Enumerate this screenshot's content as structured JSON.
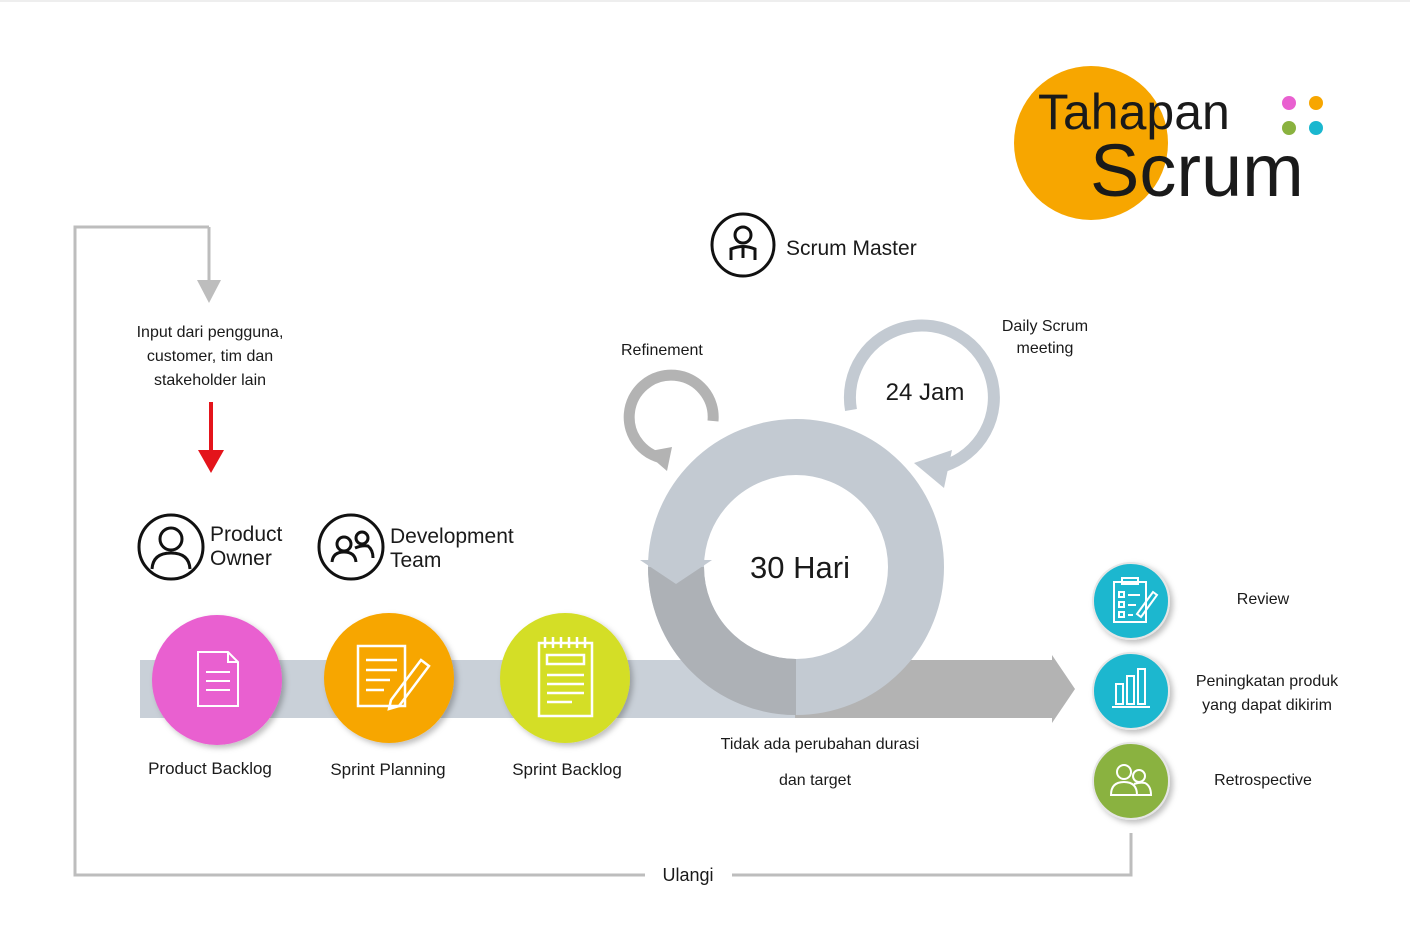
{
  "title": {
    "line1": "Tahapan",
    "line2": "Scrum"
  },
  "colors": {
    "orange": "#F7A600",
    "pink": "#E960D0",
    "yellow": "#D4DE28",
    "teal": "#1AB7CF",
    "green": "#8AB23F",
    "gray": "#C3CAD2",
    "darkgray": "#B0B0B0",
    "red": "#E4141B"
  },
  "input": {
    "line1": "Input dari pengguna,",
    "line2": "customer,  tim dan",
    "line3": "stakeholder lain"
  },
  "roles": {
    "product_owner": {
      "line1": "Product",
      "line2": "Owner"
    },
    "development_team": {
      "line1": "Development",
      "line2": "Team"
    },
    "scrum_master": "Scrum Master"
  },
  "stages": [
    {
      "label": "Product Backlog",
      "icon": "document-icon"
    },
    {
      "label": "Sprint Planning",
      "icon": "planning-pencil-icon"
    },
    {
      "label": "Sprint Backlog",
      "icon": "notepad-icon"
    }
  ],
  "cycle": {
    "sprint": "30 Hari",
    "daily": "24 Jam",
    "refinement": "Refinement",
    "daily_scrum": {
      "line1": "Daily Scrum",
      "line2": "meeting"
    }
  },
  "note": {
    "line1": "Tidak ada perubahan durasi",
    "line2": "dan target"
  },
  "outputs": [
    {
      "label": "Review",
      "icon": "checklist-icon"
    },
    {
      "label_line1": "Peningkatan produk",
      "label_line2": "yang dapat dikirim",
      "icon": "bar-chart-icon"
    },
    {
      "label": "Retrospective",
      "icon": "people-icon"
    }
  ],
  "repeat": "Ulangi"
}
